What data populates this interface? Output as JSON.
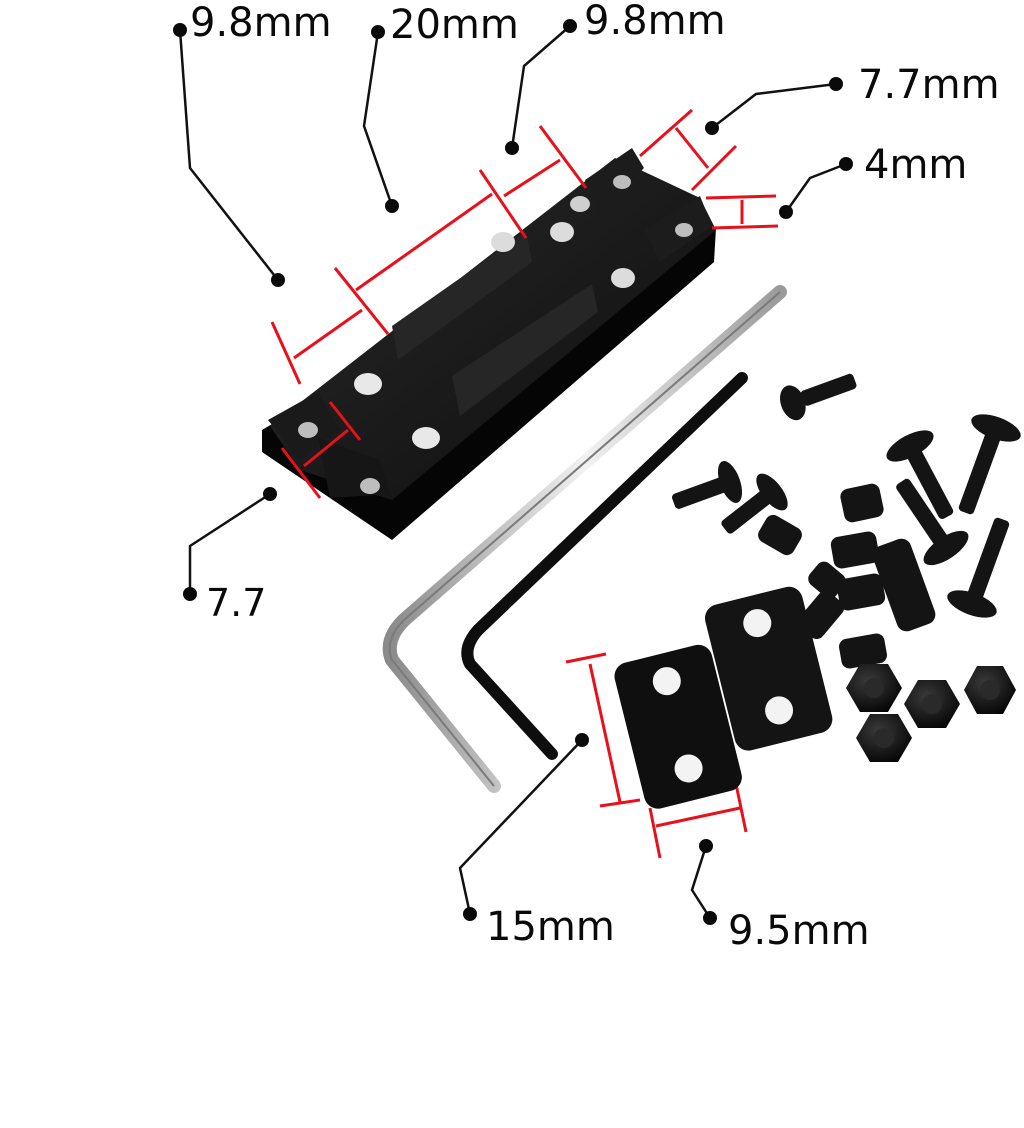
{
  "labels": {
    "top_left": "9.8mm",
    "top_middle": "20mm",
    "top_right": "9.8mm",
    "right_upper": "7.7mm",
    "right_lower": "4mm",
    "left_lower": "7.7",
    "plate_height": "15mm",
    "plate_width": "9.5mm"
  },
  "colors": {
    "dimension_line": "#e8101a",
    "leader_line": "#111111",
    "hardware": "#141414",
    "wrench_silver": "#c9c9c9",
    "background": "#ffffff"
  }
}
